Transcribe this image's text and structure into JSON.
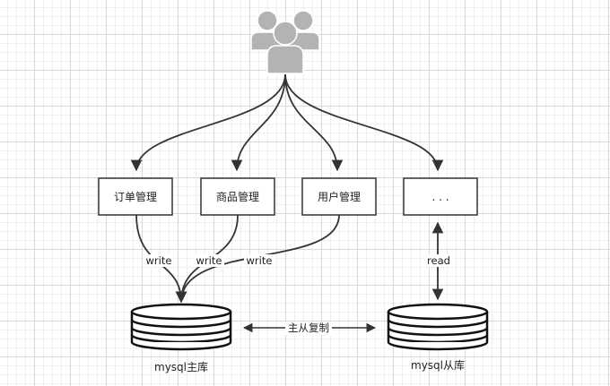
{
  "boxes": [
    {
      "label": "订单管理"
    },
    {
      "label": "商品管理"
    },
    {
      "label": "用户管理"
    },
    {
      "label": ". . ."
    }
  ],
  "edges": {
    "write_labels": [
      "write",
      "write",
      "write"
    ],
    "read_label": "read",
    "replication_label": "主从复制"
  },
  "databases": {
    "master_label": "mysql主库",
    "slave_label": "mysql从库"
  },
  "icons": {
    "users": "users-group-icon",
    "database": "database-icon"
  }
}
